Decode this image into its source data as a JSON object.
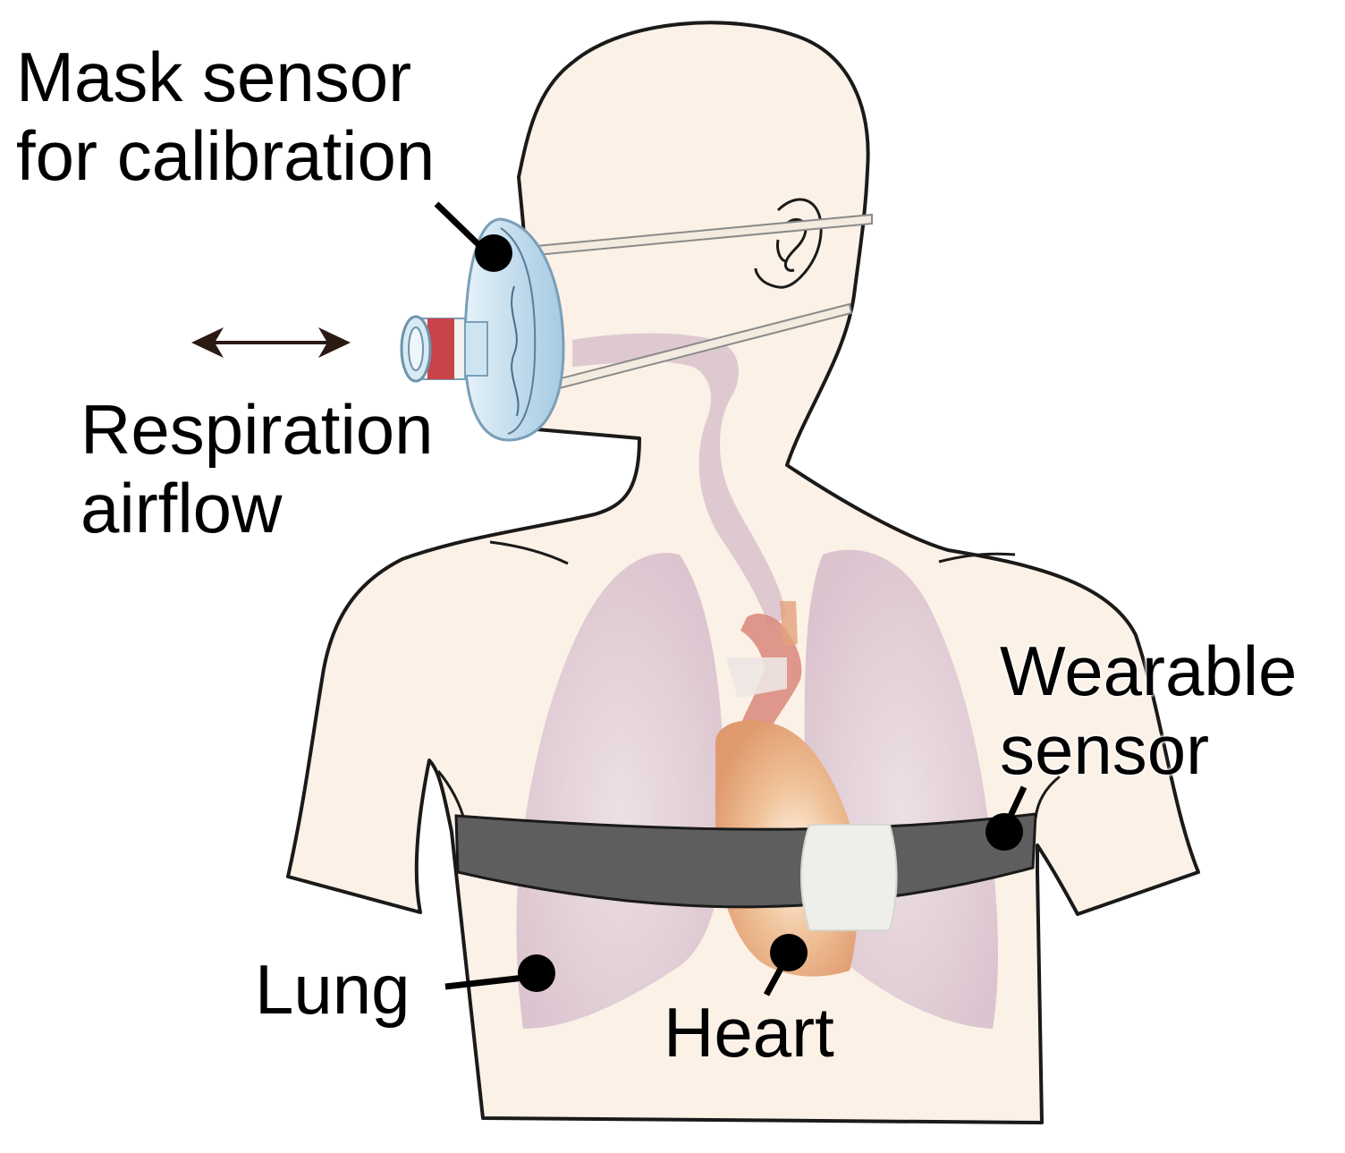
{
  "labels": {
    "mask_sensor": [
      "Mask sensor",
      "for calibration"
    ],
    "respiration": [
      "Respiration",
      "airflow"
    ],
    "wearable": [
      "Wearable",
      "sensor"
    ],
    "lung": "Lung",
    "heart": "Heart"
  },
  "colors": {
    "skin": "#fbf1e6",
    "outline": "#1a1a1a",
    "lung": "#d9c0cc",
    "airway": "#d8bfcc",
    "heart": "#e3a37a",
    "aorta": "#d9877a",
    "mask": "#c9e1ef",
    "mask_stripe": "#c9434a",
    "belt": "#5e5e5e",
    "sensor_pad": "#eeeeea",
    "marker": "#000000"
  },
  "icons": [
    "double-arrow-icon",
    "ear-icon"
  ]
}
